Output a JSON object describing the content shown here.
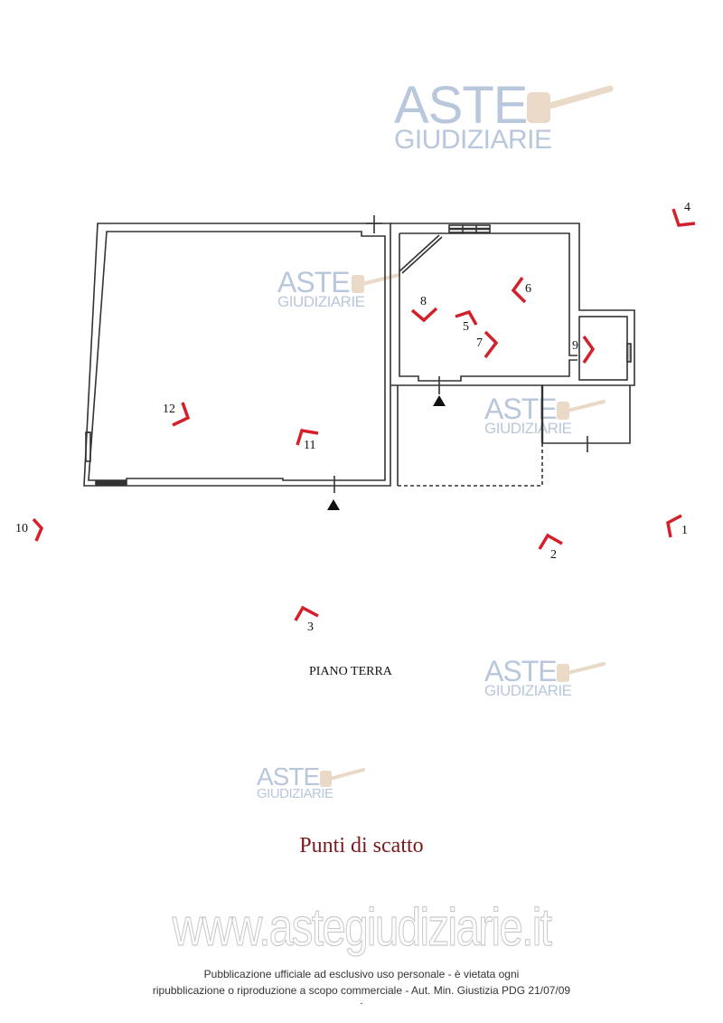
{
  "watermark": {
    "line1": "ASTE",
    "line2": "GIUDIZIARIE",
    "color": "#b9c7dc",
    "gavel_color": "#e8d6c2"
  },
  "plan": {
    "floor_label": "PIANO TERRA",
    "wall_color": "#333333",
    "marker_color": "#d4202a",
    "entrance_markers": [
      "entrance-arrow-main",
      "entrance-arrow-right-room"
    ]
  },
  "shooting_points": [
    {
      "id": "1",
      "label": "1"
    },
    {
      "id": "2",
      "label": "2"
    },
    {
      "id": "3",
      "label": "3"
    },
    {
      "id": "4",
      "label": "4"
    },
    {
      "id": "5",
      "label": "5"
    },
    {
      "id": "6",
      "label": "6"
    },
    {
      "id": "7",
      "label": "7"
    },
    {
      "id": "8",
      "label": "8"
    },
    {
      "id": "9",
      "label": "9"
    },
    {
      "id": "10",
      "label": "10"
    },
    {
      "id": "11",
      "label": "11"
    },
    {
      "id": "12",
      "label": "12"
    }
  ],
  "title": "Punti di scatto",
  "title_color": "#7a1a1e",
  "footer": {
    "site": "www.astegiudiziarie.it",
    "notice_line1": "Pubblicazione ufficiale ad esclusivo uso personale - è vietata ogni",
    "notice_line2": "ripubblicazione o riproduzione a scopo commerciale - Aut. Min. Giustizia PDG 21/07/09",
    "notice_line3": "-"
  }
}
